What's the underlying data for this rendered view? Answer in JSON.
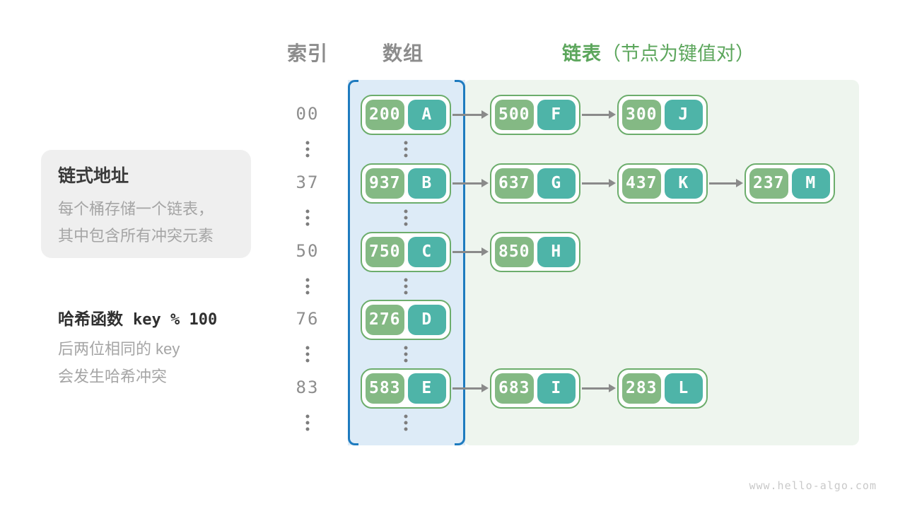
{
  "headers": {
    "index": "索引",
    "array": "数组",
    "list": "链表",
    "list_note": "（节点为键值对）"
  },
  "info_box": {
    "title": "链式地址",
    "line1": "每个桶存储一个链表，",
    "line2": "其中包含所有冲突元素"
  },
  "hash_note": {
    "title": "哈希函数",
    "code": "key % 100",
    "line1": "后两位相同的 key",
    "line2": "会发生哈希冲突"
  },
  "watermark": "www.hello-algo.com",
  "colors": {
    "key_cell_green": "#84b984",
    "value_cell_teal": "#4eb4a8",
    "node_border_green": "#6cad6c",
    "array_fill_blue": "#ddebf7",
    "array_bracket_blue": "#1e7bbf",
    "list_fill_green": "#eef5ee",
    "arrow_gray": "#8a8a8a",
    "header_green": "#5ca65c",
    "header_gray": "#8c8c8c"
  },
  "diagram": {
    "ellipsis": "⋮",
    "rows": [
      {
        "index": "00",
        "bucket": {
          "key": "200",
          "value": "A"
        },
        "chain": [
          {
            "key": "500",
            "value": "F"
          },
          {
            "key": "300",
            "value": "J"
          }
        ]
      },
      {
        "index": "37",
        "bucket": {
          "key": "937",
          "value": "B"
        },
        "chain": [
          {
            "key": "637",
            "value": "G"
          },
          {
            "key": "437",
            "value": "K"
          },
          {
            "key": "237",
            "value": "M"
          }
        ]
      },
      {
        "index": "50",
        "bucket": {
          "key": "750",
          "value": "C"
        },
        "chain": [
          {
            "key": "850",
            "value": "H"
          }
        ]
      },
      {
        "index": "76",
        "bucket": {
          "key": "276",
          "value": "D"
        },
        "chain": []
      },
      {
        "index": "83",
        "bucket": {
          "key": "583",
          "value": "E"
        },
        "chain": [
          {
            "key": "683",
            "value": "I"
          },
          {
            "key": "283",
            "value": "L"
          }
        ]
      }
    ]
  }
}
